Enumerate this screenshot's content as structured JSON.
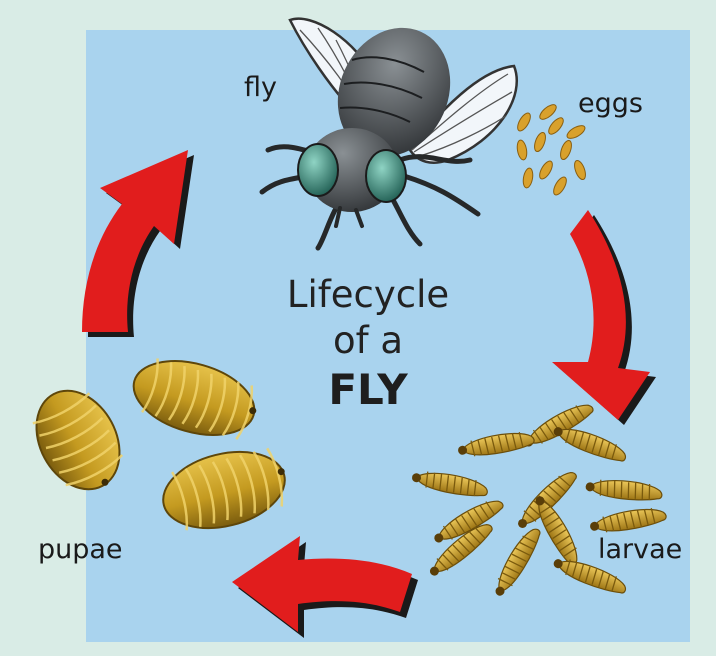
{
  "diagram": {
    "title_line1": "Lifecycle",
    "title_line2": "of a",
    "title_line3": "FLY",
    "stages": {
      "fly": "fly",
      "eggs": "eggs",
      "larvae": "larvae",
      "pupae": "pupae"
    }
  },
  "colors": {
    "panel": "#a9d3ee",
    "background": "#d9ece6",
    "arrow_red": "#e11d1d",
    "arrow_shadow": "#1a1a1a",
    "egg": "#d9a12c",
    "larva": "#c7941e",
    "pupa": "#c49a20",
    "fly_body": "#3f4346",
    "fly_eye": "#3f8f7f",
    "wing": "#f2f6fa"
  },
  "icons": [
    "fly-icon",
    "eggs-icon",
    "larvae-icon",
    "pupae-icon",
    "cycle-arrow-icon"
  ]
}
